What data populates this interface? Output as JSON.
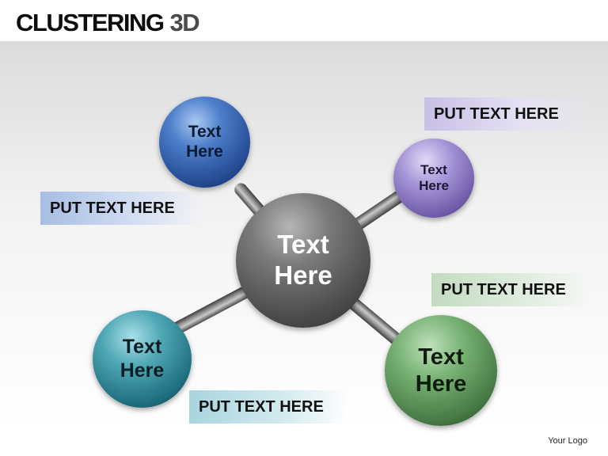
{
  "title": {
    "main": "CLUSTERING",
    "accent": "3D"
  },
  "nodes": {
    "center": {
      "line1": "Text",
      "line2": "Here",
      "color": "#5a5a5a"
    },
    "top_left": {
      "line1": "Text",
      "line2": "Here",
      "color": "#2f5aa8"
    },
    "top_right": {
      "line1": "Text",
      "line2": "Here",
      "color": "#8272c0"
    },
    "bottom_left": {
      "line1": "Text",
      "line2": "Here",
      "color": "#2d8796"
    },
    "bottom_right": {
      "line1": "Text",
      "line2": "Here",
      "color": "#5a8f57"
    }
  },
  "labels": {
    "top_right": {
      "text": "PUT TEXT HERE",
      "color": "#c9c0e6"
    },
    "left": {
      "text": "PUT TEXT HERE",
      "color": "#a7bde3"
    },
    "right": {
      "text": "PUT TEXT HERE",
      "color": "#c3dbc0"
    },
    "bottom": {
      "text": "PUT TEXT HERE",
      "color": "#a9d5de"
    }
  },
  "footer": {
    "logo": "Your Logo"
  }
}
